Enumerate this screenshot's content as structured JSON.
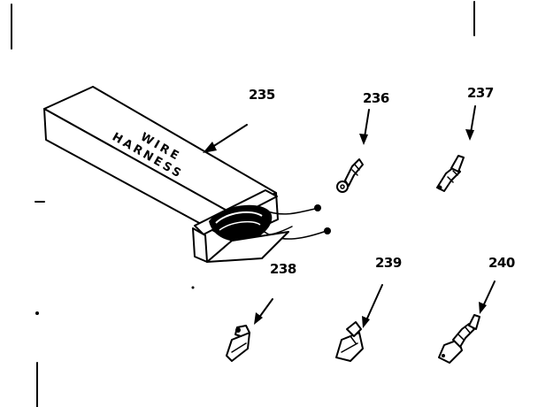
{
  "parts": [
    {
      "id": "235",
      "label": "235",
      "name": "wire-harness-box",
      "box_text_line1": "WIRE",
      "box_text_line2": "HARNESS"
    },
    {
      "id": "236",
      "label": "236",
      "name": "terminal-ring"
    },
    {
      "id": "237",
      "label": "237",
      "name": "terminal-spade-small"
    },
    {
      "id": "238",
      "label": "238",
      "name": "terminal-flag"
    },
    {
      "id": "239",
      "label": "239",
      "name": "terminal-quick-connect"
    },
    {
      "id": "240",
      "label": "240",
      "name": "terminal-spade-large"
    }
  ]
}
